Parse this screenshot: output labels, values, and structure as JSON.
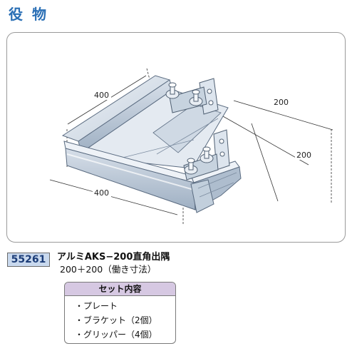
{
  "page": {
    "title": "役 物"
  },
  "diagram": {
    "dim_labels": {
      "back_length": "400",
      "front_length": "400",
      "top_width": "200",
      "side_width": "200"
    }
  },
  "product": {
    "code": "55261",
    "name": "アルミAKS−200直角出隅",
    "size": "200＋200（働き寸法）"
  },
  "set_contents": {
    "header": "セット内容",
    "items": [
      "・プレート",
      "・ブラケット（2個）",
      "・グリッパー（4個）"
    ]
  },
  "colors": {
    "title_blue": "#2a6fb5",
    "code_bg": "#c9d9ee",
    "set_header_bg": "#d6c8e2",
    "metal_light": "#dfe6ef",
    "metal_mid": "#b9c7d6",
    "metal_dark": "#8e9fb3"
  }
}
